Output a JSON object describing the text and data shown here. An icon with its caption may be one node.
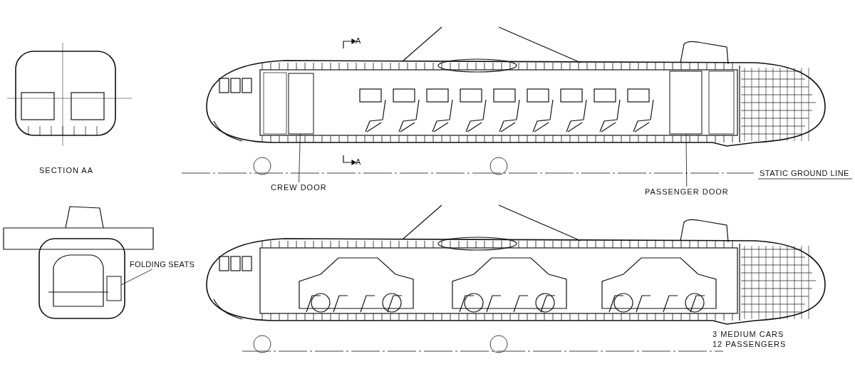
{
  "diagram": {
    "nodes": [
      {
        "text": [
          "CREW DOOR"
        ]
      },
      {
        "text": [],
        "shape": "box"
      },
      {
        "text": [
          "PASSENGER DOOR"
        ]
      },
      {
        "text": [],
        "shape": "box"
      },
      {
        "text": [
          "FOLDING SEATS"
        ]
      },
      {
        "text": [],
        "shape": "box"
      }
    ],
    "edges": [
      {
        "from": 0,
        "to": 1,
        "arrow": "none"
      },
      {
        "from": 2,
        "to": 3,
        "arrow": "none"
      },
      {
        "from": 4,
        "to": 5,
        "arrow": "none"
      }
    ],
    "labels": [
      "A",
      "SECTION AA",
      "A",
      "STATIC GROUND LINE",
      "3 MEDIUM CARS 12 PASSENGERS"
    ]
  }
}
